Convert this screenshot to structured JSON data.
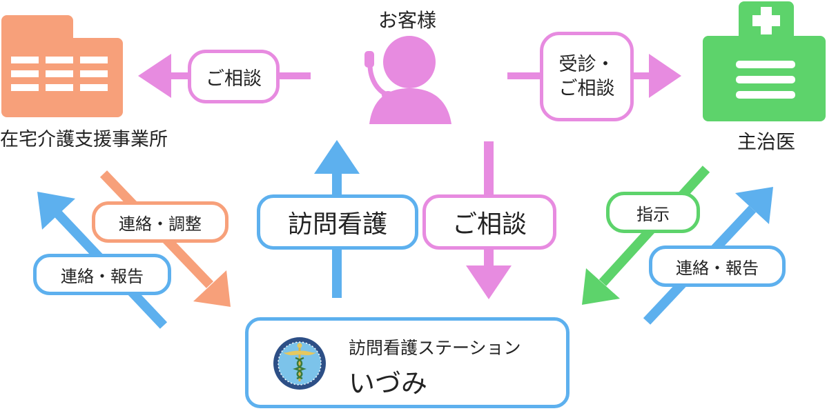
{
  "customer": {
    "label": "お客様"
  },
  "care_office": {
    "label": "在宅介護支援事業所"
  },
  "doctor": {
    "label": "主治医"
  },
  "arrows": {
    "customer_to_care_office": "ご相談",
    "customer_to_doctor": "受診・\nご相談",
    "station_to_customer": "訪問看護",
    "customer_to_station": "ご相談",
    "care_office_to_station": "連絡・調整",
    "station_to_care_office": "連絡・報告",
    "doctor_to_station": "指示",
    "station_to_doctor": "連絡・報告"
  },
  "station": {
    "subtitle": "訪問看護ステーション",
    "name": "いづみ",
    "logo_icon": "caduceus-emblem-icon"
  },
  "colors": {
    "pink": "#e78be0",
    "blue": "#5db0ee",
    "orange": "#f7a07a",
    "green": "#5dd36b"
  }
}
